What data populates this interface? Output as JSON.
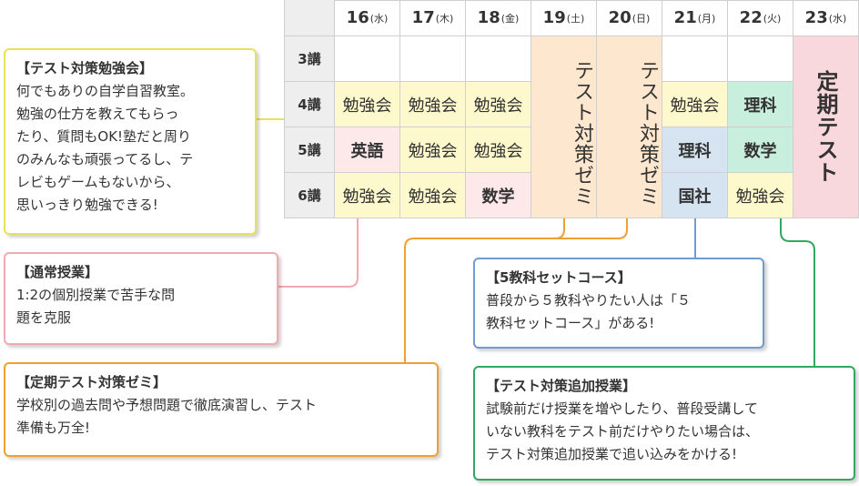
{
  "schedule": {
    "days": [
      {
        "date": "16",
        "wd": "(水)"
      },
      {
        "date": "17",
        "wd": "(木)"
      },
      {
        "date": "18",
        "wd": "(金)"
      },
      {
        "date": "19",
        "wd": "(土)"
      },
      {
        "date": "20",
        "wd": "(日)"
      },
      {
        "date": "21",
        "wd": "(月)"
      },
      {
        "date": "22",
        "wd": "(火)"
      },
      {
        "date": "23",
        "wd": "(水)"
      }
    ],
    "periods": [
      "3講",
      "4講",
      "5講",
      "6講"
    ],
    "row4": [
      "勉強会",
      "勉強会",
      "勉強会",
      "勉強会",
      "理科"
    ],
    "row5": [
      "英語",
      "勉強会",
      "勉強会",
      "理科",
      "数学"
    ],
    "row6": [
      "勉強会",
      "勉強会",
      "数学",
      "国社",
      "勉強会"
    ],
    "zemi_19": "テスト対策ゼミ",
    "zemi_20": "テスト対策ゼミ",
    "teiki": "定期テスト"
  },
  "callouts": {
    "study": {
      "title": "【テスト対策勉強会】",
      "body": "何でもありの自学自習教室。\n勉強の仕方を教えてもらっ\nたり、質問もOK!塾だと周り\nのみんなも頑張ってるし、テ\nレビもゲームもないから、\n思いっきり勉強できる!",
      "color": "#e8e25a"
    },
    "regular": {
      "title": "【通常授業】",
      "body": "1:2の個別授業で苦手な問\n題を克服",
      "color": "#f2aab0"
    },
    "zemi": {
      "title": "【定期テスト対策ゼミ】",
      "body": "学校別の過去問や予想問題で徹底演習し、テスト\n準備も万全!",
      "color": "#f0a030"
    },
    "five": {
      "title": "【5教科セットコース】",
      "body": "普段から５教科やりたい人は「５\n教科セットコース」がある!",
      "color": "#6f9bd1"
    },
    "extra": {
      "title": "【テスト対策追加授業】",
      "body": "試験前だけ授業を増やしたり、普段受講して\nいない教科をテスト前だけやりたい場合は、\nテスト対策追加授業で追い込みをかける!",
      "color": "#30a860"
    }
  }
}
